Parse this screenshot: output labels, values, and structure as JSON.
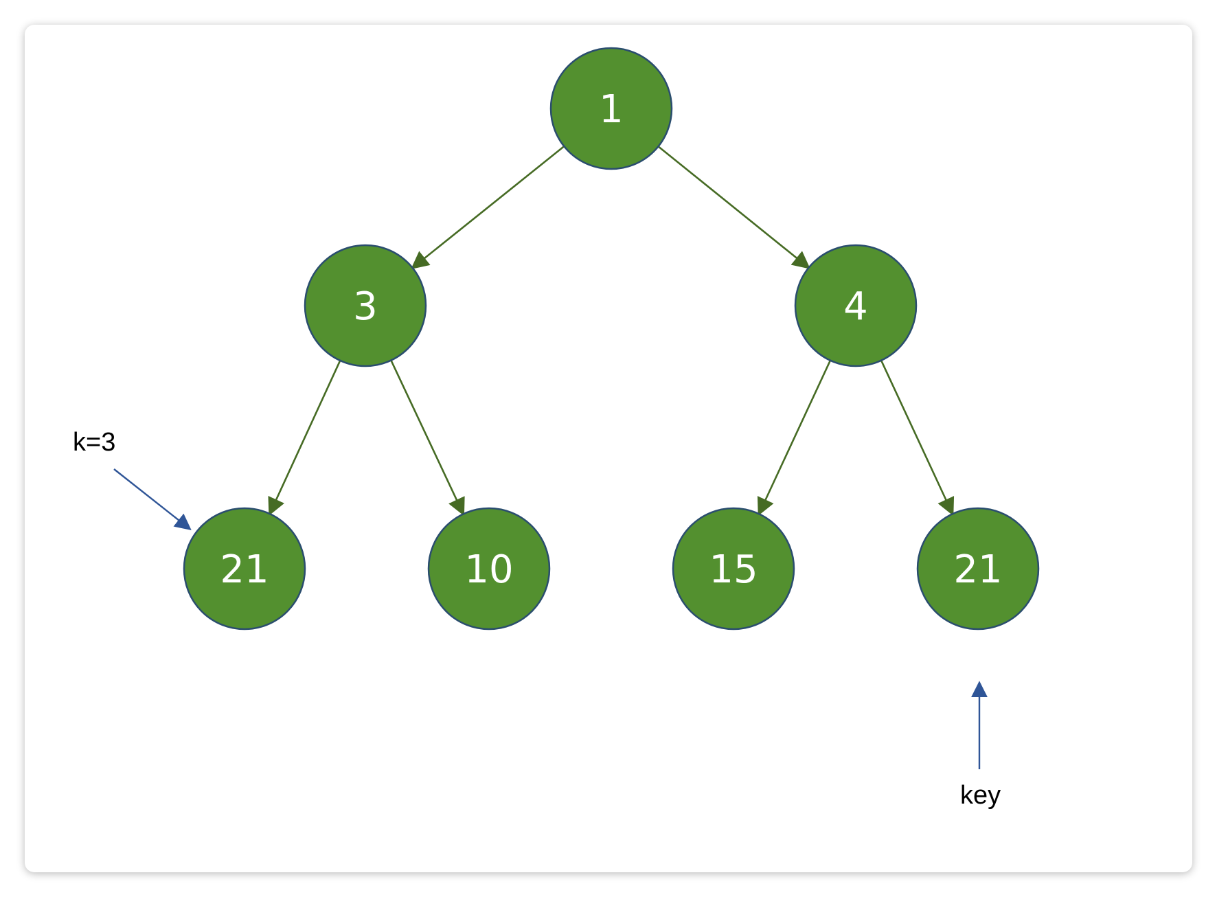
{
  "diagram": {
    "colors": {
      "node_fill": "#53902f",
      "node_stroke": "#2a4d6e",
      "edge": "#466b24",
      "annotation_arrow": "#2f5597",
      "text": "#ffffff",
      "highlight_text": "#f4a300",
      "note_text": "#000000"
    },
    "nodes": [
      {
        "id": "n1",
        "label": "1",
        "highlight": false
      },
      {
        "id": "n3",
        "label": "3",
        "highlight": false
      },
      {
        "id": "n4",
        "label": "4",
        "highlight": false
      },
      {
        "id": "n21a",
        "label": "21",
        "highlight": true
      },
      {
        "id": "n10",
        "label": "10",
        "highlight": false
      },
      {
        "id": "n15",
        "label": "15",
        "highlight": false
      },
      {
        "id": "n21b",
        "label": "21",
        "highlight": false
      }
    ],
    "edges": [
      {
        "from": "n1",
        "to": "n3"
      },
      {
        "from": "n1",
        "to": "n4"
      },
      {
        "from": "n3",
        "to": "n21a"
      },
      {
        "from": "n3",
        "to": "n10"
      },
      {
        "from": "n4",
        "to": "n15"
      },
      {
        "from": "n4",
        "to": "n21b"
      }
    ],
    "annotations": {
      "k_label": "k=3",
      "key_label": "key"
    }
  }
}
